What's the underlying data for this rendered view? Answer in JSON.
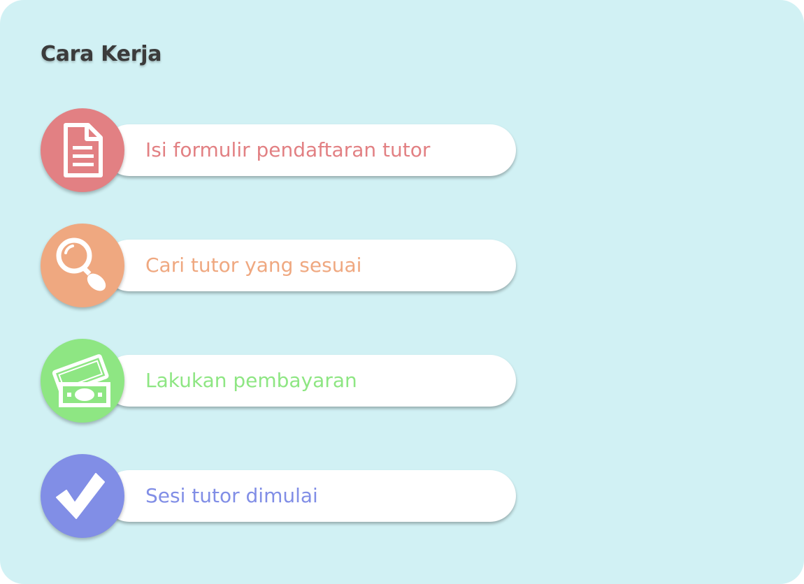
{
  "section": {
    "title": "Cara Kerja"
  },
  "steps": [
    {
      "label": "Isi formulir pendaftaran tutor",
      "icon": "document-icon",
      "color": "#e28083"
    },
    {
      "label": "Cari tutor yang sesuai",
      "icon": "magnifier-icon",
      "color": "#efa880"
    },
    {
      "label": "Lakukan pembayaran",
      "icon": "money-icon",
      "color": "#8ee683"
    },
    {
      "label": "Sesi tutor dimulai",
      "icon": "checkmark-icon",
      "color": "#818ee6"
    }
  ],
  "colors": {
    "background": "#d1f1f4",
    "title": "#3b3b3b",
    "pill": "#ffffff"
  }
}
